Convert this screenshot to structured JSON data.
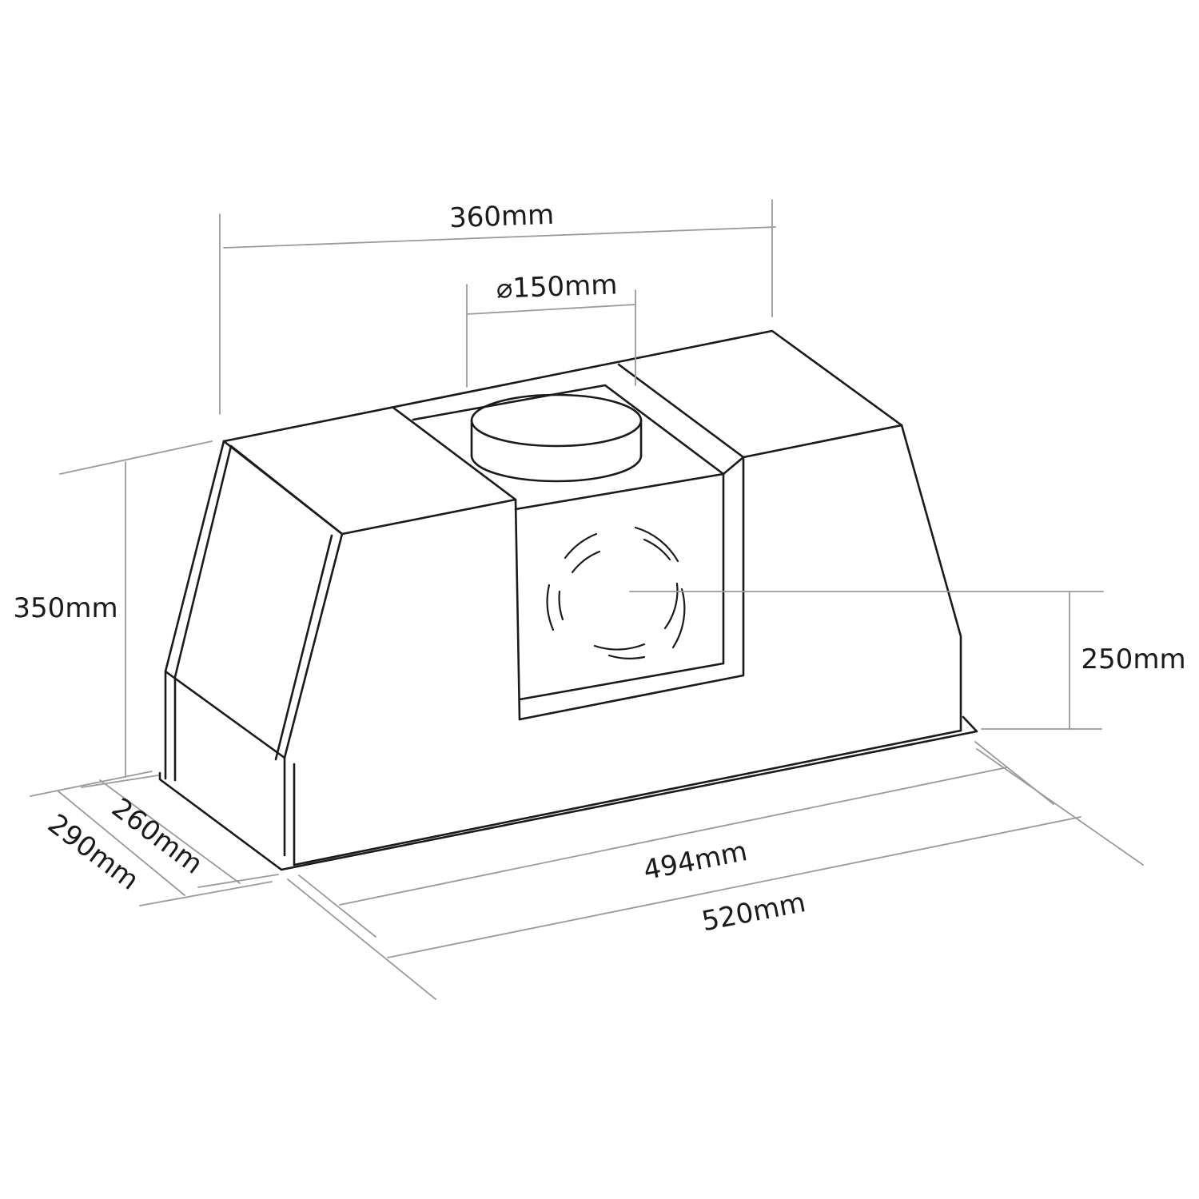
{
  "diagram": {
    "colors": {
      "outline": "#1a1a1a",
      "dimension": "#9a9a9a",
      "background": "#ffffff"
    },
    "dimensions": {
      "width_top": "360mm",
      "duct_diameter": "⌀150mm",
      "height": "350mm",
      "outlet_height": "250mm",
      "inner_depth": "260mm",
      "outer_depth": "290mm",
      "inner_length": "494mm",
      "outer_length": "520mm"
    }
  }
}
